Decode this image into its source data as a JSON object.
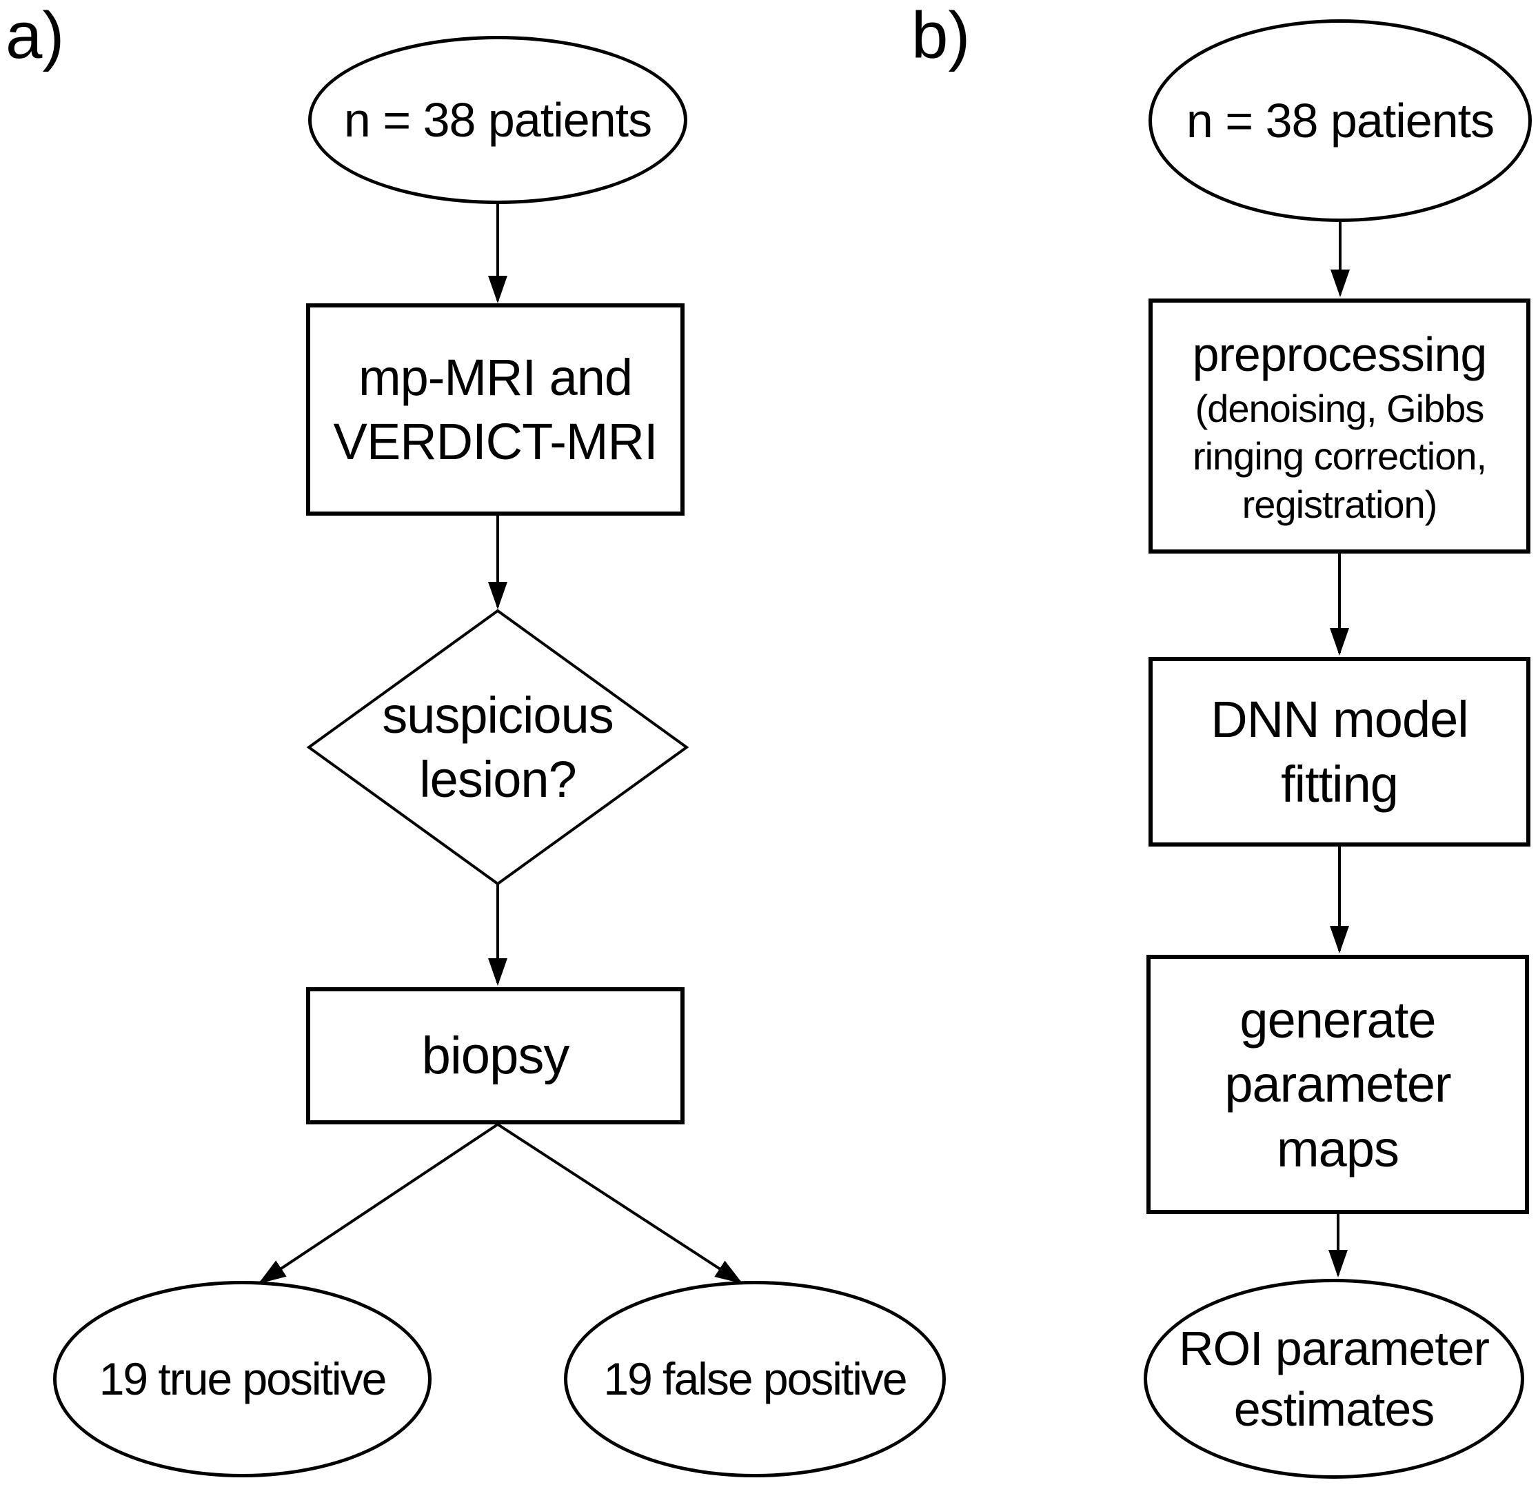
{
  "figure": {
    "type": "flowchart",
    "background_color": "#ffffff",
    "stroke_color": "#000000",
    "text_color": "#000000"
  },
  "panels": {
    "a": {
      "label": "a)",
      "nodes": {
        "patients": {
          "shape": "ellipse",
          "lines": [
            "n = 38 patients"
          ]
        },
        "mri": {
          "shape": "rect",
          "lines": [
            "mp-MRI and",
            "VERDICT-MRI"
          ]
        },
        "lesion": {
          "shape": "diamond",
          "lines": [
            "suspicious",
            "lesion?"
          ]
        },
        "biopsy": {
          "shape": "rect",
          "lines": [
            "biopsy"
          ]
        },
        "true_positive": {
          "shape": "ellipse",
          "lines": [
            "19 true positive"
          ]
        },
        "false_positive": {
          "shape": "ellipse",
          "lines": [
            "19 false positive"
          ]
        }
      },
      "edges": [
        "patients -> mri",
        "mri -> lesion",
        "lesion -> biopsy",
        "biopsy -> true_positive",
        "biopsy -> false_positive"
      ]
    },
    "b": {
      "label": "b)",
      "nodes": {
        "patients": {
          "shape": "ellipse",
          "lines": [
            "n = 38 patients"
          ]
        },
        "preprocessing": {
          "shape": "rect",
          "lines": [
            "preprocessing",
            "(denoising, Gibbs",
            "ringing correction,",
            "registration)"
          ]
        },
        "dnn": {
          "shape": "rect",
          "lines": [
            "DNN model",
            "fitting"
          ]
        },
        "maps": {
          "shape": "rect",
          "lines": [
            "generate",
            "parameter",
            "maps"
          ]
        },
        "roi": {
          "shape": "ellipse",
          "lines": [
            "ROI parameter",
            "estimates"
          ]
        }
      },
      "edges": [
        "patients -> preprocessing",
        "preprocessing -> dnn",
        "dnn -> maps",
        "maps -> roi"
      ]
    }
  }
}
